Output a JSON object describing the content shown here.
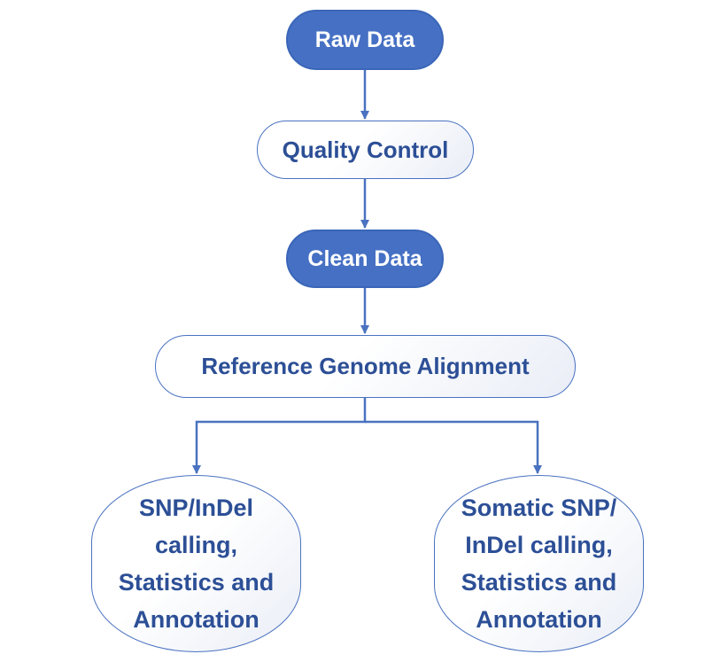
{
  "nodes": {
    "raw_data": "Raw Data",
    "quality_control": "Quality Control",
    "clean_data": "Clean Data",
    "reference_alignment": "Reference Genome Alignment",
    "left_lines": [
      "SNP/InDel",
      "calling,",
      "Statistics and",
      "Annotation"
    ],
    "right_lines": [
      "Somatic SNP/",
      "InDel calling,",
      "Statistics and",
      "Annotation"
    ]
  },
  "colors": {
    "accent": "#4670c4",
    "text": "#2c4f96",
    "connector": "#4a72c0"
  }
}
